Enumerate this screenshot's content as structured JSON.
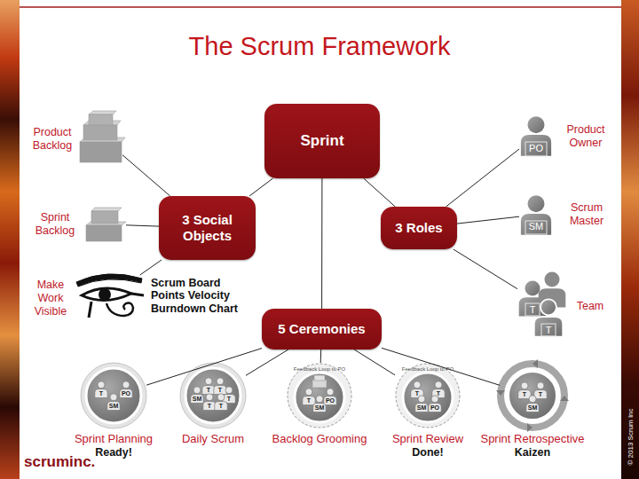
{
  "diagram": {
    "title": "The Scrum Framework",
    "nodes": [
      {
        "text": [
          "Sprint"
        ]
      },
      {
        "text": [
          "3 Social Objects"
        ]
      },
      {
        "text": [
          "3 Roles"
        ]
      },
      {
        "text": [
          "5 Ceremonies"
        ]
      },
      {
        "text": [
          "Product Backlog"
        ]
      },
      {
        "text": [
          "Sprint Backlog"
        ]
      },
      {
        "text": [
          "Make Work Visible",
          "Scrum Board Points Velocity Burndown Chart"
        ]
      },
      {
        "text": [
          "PO",
          "Product Owner"
        ]
      },
      {
        "text": [
          "SM",
          "Scrum Master"
        ]
      },
      {
        "text": [
          "T",
          "T",
          "Team"
        ]
      },
      {
        "text": [
          "T",
          "PO",
          "SM",
          "Sprint Planning",
          "Ready!"
        ]
      },
      {
        "text": [
          "SM",
          "T",
          "T",
          "T",
          "T",
          "T",
          "Daily Scrum"
        ]
      },
      {
        "text": [
          "Feedback Loop to PO",
          "T",
          "SM",
          "PO",
          "Backlog Grooming"
        ]
      },
      {
        "text": [
          "Feedback Loop to PO",
          "T",
          "T",
          "SM",
          "PO",
          "Sprint Review",
          "Done!"
        ]
      },
      {
        "text": [
          "T",
          "T",
          "SM",
          "Sprint Retrospective",
          "Kaizen"
        ]
      }
    ],
    "edges": [
      {
        "from": 0,
        "to": 1,
        "arrow": "none"
      },
      {
        "from": 0,
        "to": 2,
        "arrow": "none"
      },
      {
        "from": 0,
        "to": 3,
        "arrow": "none"
      },
      {
        "from": 1,
        "to": 4,
        "arrow": "none"
      },
      {
        "from": 1,
        "to": 5,
        "arrow": "none"
      },
      {
        "from": 1,
        "to": 6,
        "arrow": "none"
      },
      {
        "from": 2,
        "to": 7,
        "arrow": "none"
      },
      {
        "from": 2,
        "to": 8,
        "arrow": "none"
      },
      {
        "from": 2,
        "to": 9,
        "arrow": "none"
      },
      {
        "from": 3,
        "to": 10,
        "arrow": "none"
      },
      {
        "from": 3,
        "to": 11,
        "arrow": "none"
      },
      {
        "from": 3,
        "to": 12,
        "arrow": "none"
      },
      {
        "from": 3,
        "to": 13,
        "arrow": "none"
      },
      {
        "from": 3,
        "to": 14,
        "arrow": "none"
      }
    ],
    "labels": [
      "scruminc.",
      "© 2013 Scrum Inc"
    ]
  }
}
